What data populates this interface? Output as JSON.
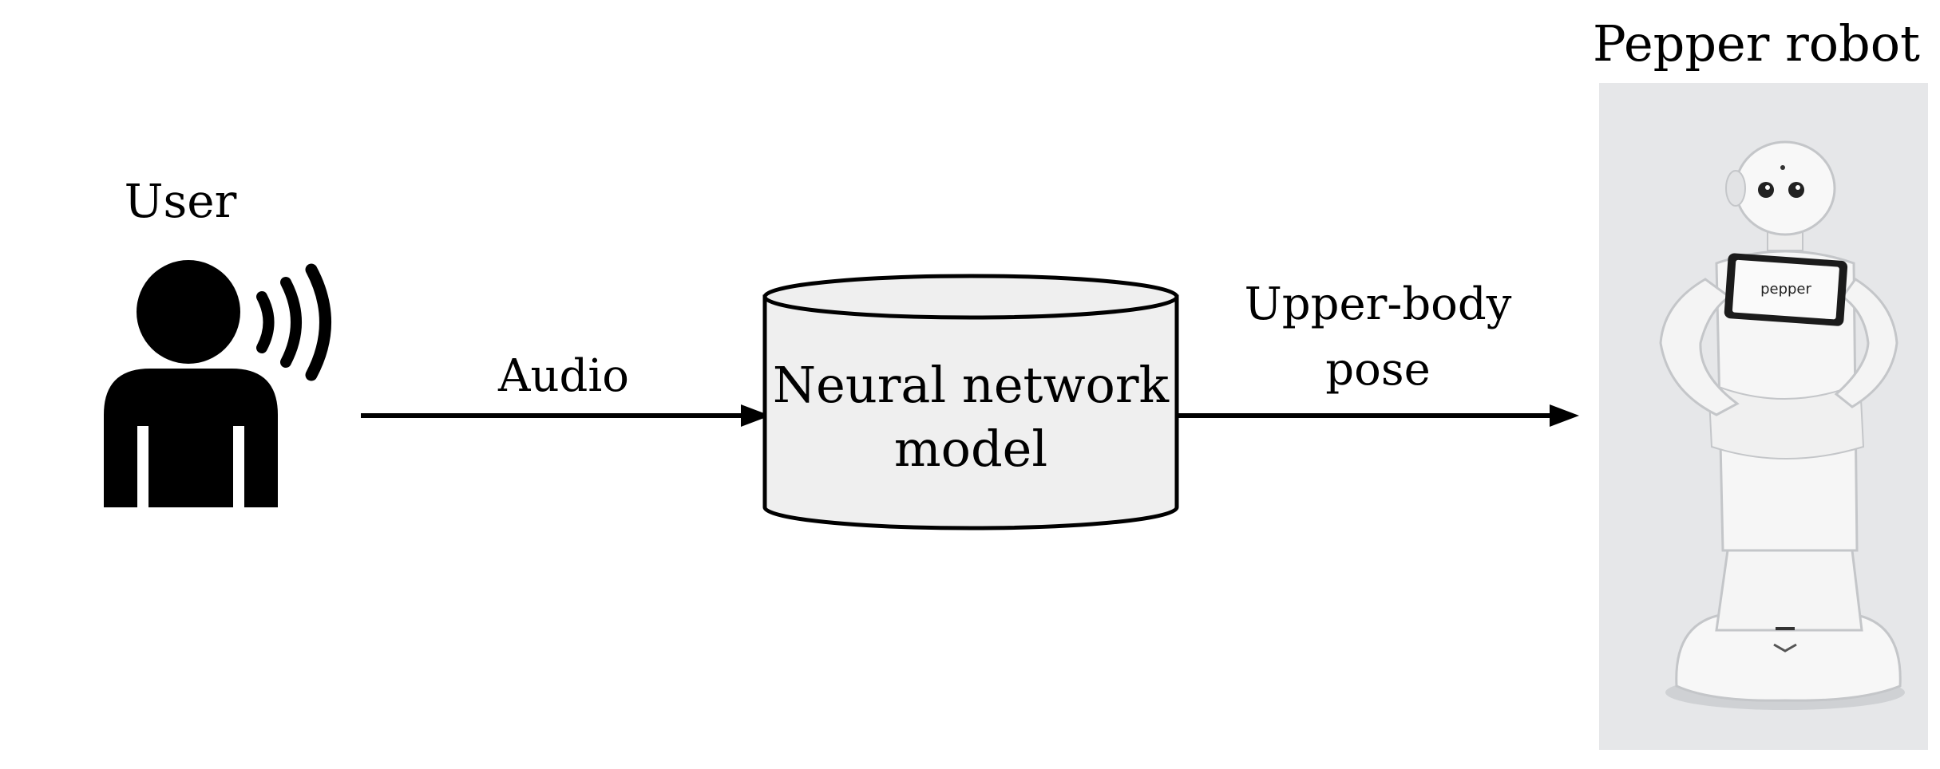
{
  "user": {
    "label": "User",
    "icon": "person-speaking-icon"
  },
  "arrow_audio": {
    "label": "Audio"
  },
  "model": {
    "line1": "Neural network",
    "line2": "model",
    "fill_color": "#efefef"
  },
  "arrow_pose": {
    "line1": "Upper-body",
    "line2": "pose"
  },
  "robot": {
    "label": "Pepper robot",
    "screen_text": "pepper",
    "background_color": "#e6e7e9"
  }
}
